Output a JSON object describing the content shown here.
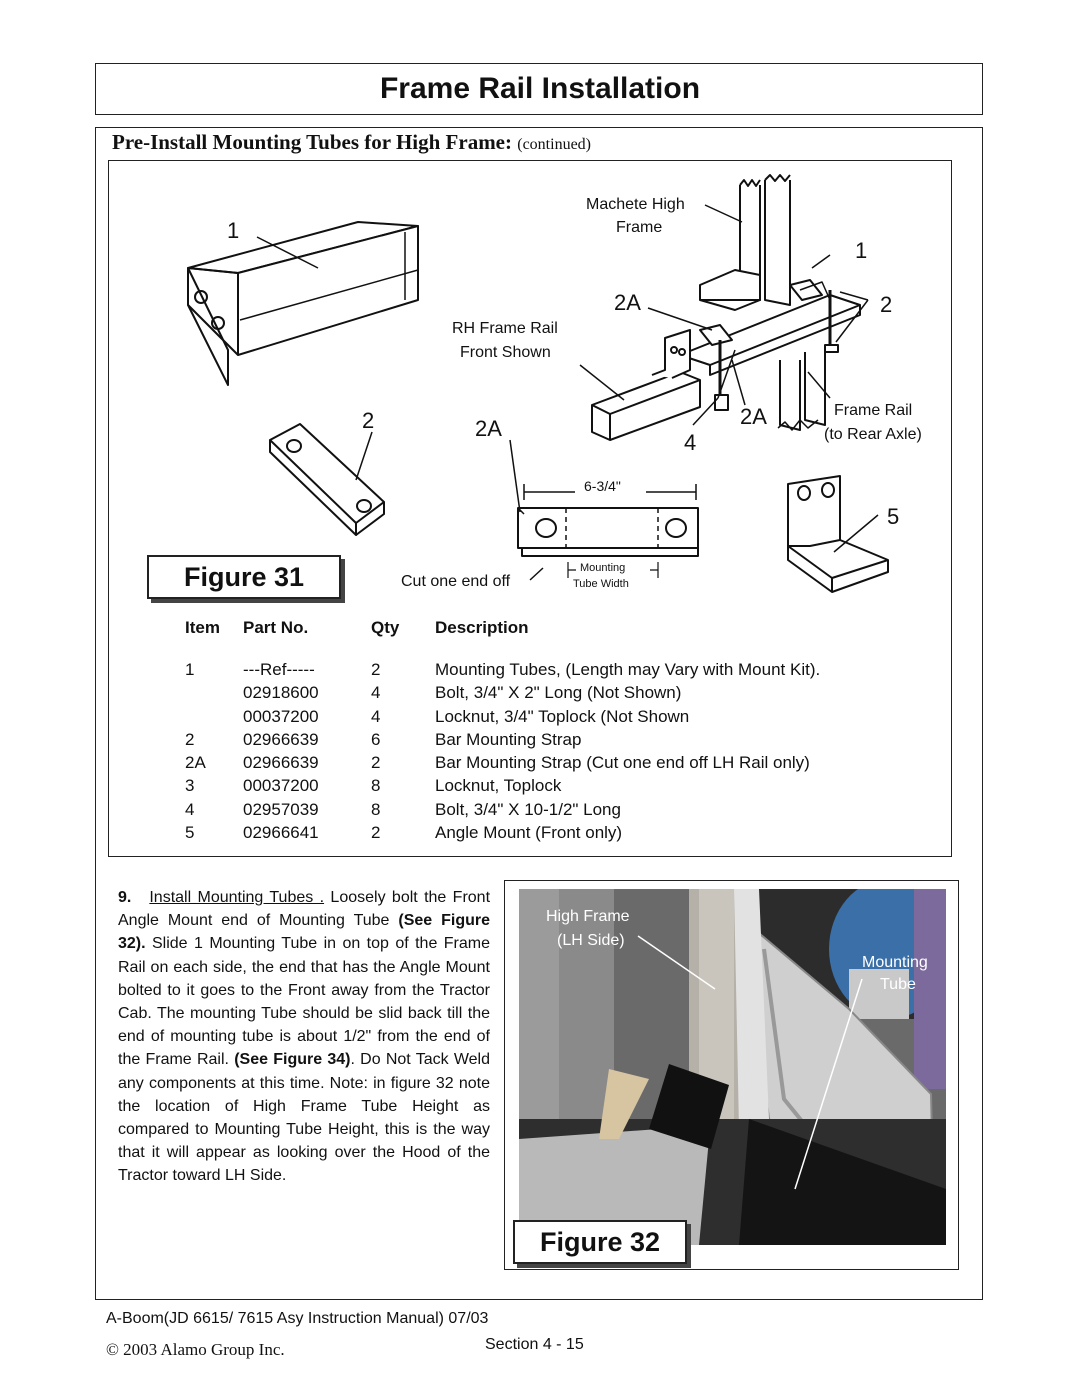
{
  "title": "Frame Rail Installation",
  "subhead": {
    "main": "Pre-Install Mounting Tubes for High Frame:",
    "cont": "(continued)"
  },
  "figure31": {
    "label": "Figure 31",
    "callouts": {
      "item1_left": "1",
      "item2_left": "2",
      "item2A_mid": "2A",
      "item2A_top": "2A",
      "item1_right": "1",
      "item2_right": "2",
      "item2A_right": "2A",
      "item4": "4",
      "item5": "5"
    },
    "labels": {
      "machete_line1": "Machete High",
      "machete_line2": "Frame",
      "rh_line1": "RH Frame Rail",
      "rh_line2": "Front Shown",
      "rear_line1": "Frame Rail",
      "rear_line2": "(to Rear Axle)",
      "dimension": "6-3/4\"",
      "cut": "Cut one end off",
      "mount_line1": "Mounting",
      "mount_line2": "Tube Width"
    }
  },
  "parts_table": {
    "headers": [
      "Item",
      "Part No.",
      "Qty",
      "Description"
    ],
    "rows": [
      [
        "1",
        "---Ref-----",
        "2",
        "Mounting Tubes, (Length may Vary with Mount Kit)."
      ],
      [
        "",
        "02918600",
        "4",
        "Bolt, 3/4\" X 2\" Long (Not Shown)"
      ],
      [
        "",
        "00037200",
        "4",
        "Locknut, 3/4\" Toplock (Not Shown"
      ],
      [
        "2",
        "02966639",
        "6",
        "Bar Mounting Strap"
      ],
      [
        "2A",
        "02966639",
        "2",
        "Bar Mounting Strap (Cut one end off LH Rail only)"
      ],
      [
        "3",
        "00037200",
        "8",
        "Locknut, Toplock"
      ],
      [
        "4",
        "02957039",
        "8",
        "Bolt, 3/4\" X 10-1/2\" Long"
      ],
      [
        "5",
        "02966641",
        "2",
        "Angle Mount (Front only)"
      ]
    ]
  },
  "step9": {
    "number": "9.",
    "lead": "Install Mounting Tubes .",
    "t1": " Loosely bolt the Front Angle Mount end of Mounting Tube ",
    "see32": "(See Figure 32).",
    "t2": " Slide 1 Mounting Tube in on top of the Frame Rail on each side, the end that has the Angle Mount bolted to it goes to the Front  away from the Tractor Cab. The mounting Tube should be slid back till the end of mounting tube is about 1/2\" from the end of the Frame Rail.  ",
    "see34": "(See Figure 34)",
    "t3": ". Do Not Tack Weld any components at this time. Note: in figure 32 note the location of High Frame Tube Height as compared to Mounting Tube Height, this is the way that it will appear as looking over the Hood of the Tractor toward LH Side."
  },
  "figure32": {
    "label": "Figure 32",
    "photo_labels": {
      "hf_line1": "High Frame",
      "hf_line2": "(LH Side)",
      "mt_line1": "Mounting",
      "mt_line2": "Tube"
    }
  },
  "footer": {
    "manual": "A-Boom(JD 6615/ 7615 Asy Instruction  Manual) 07/03",
    "copyright": "© 2003 Alamo Group Inc.",
    "section": "Section 4 - 15"
  }
}
